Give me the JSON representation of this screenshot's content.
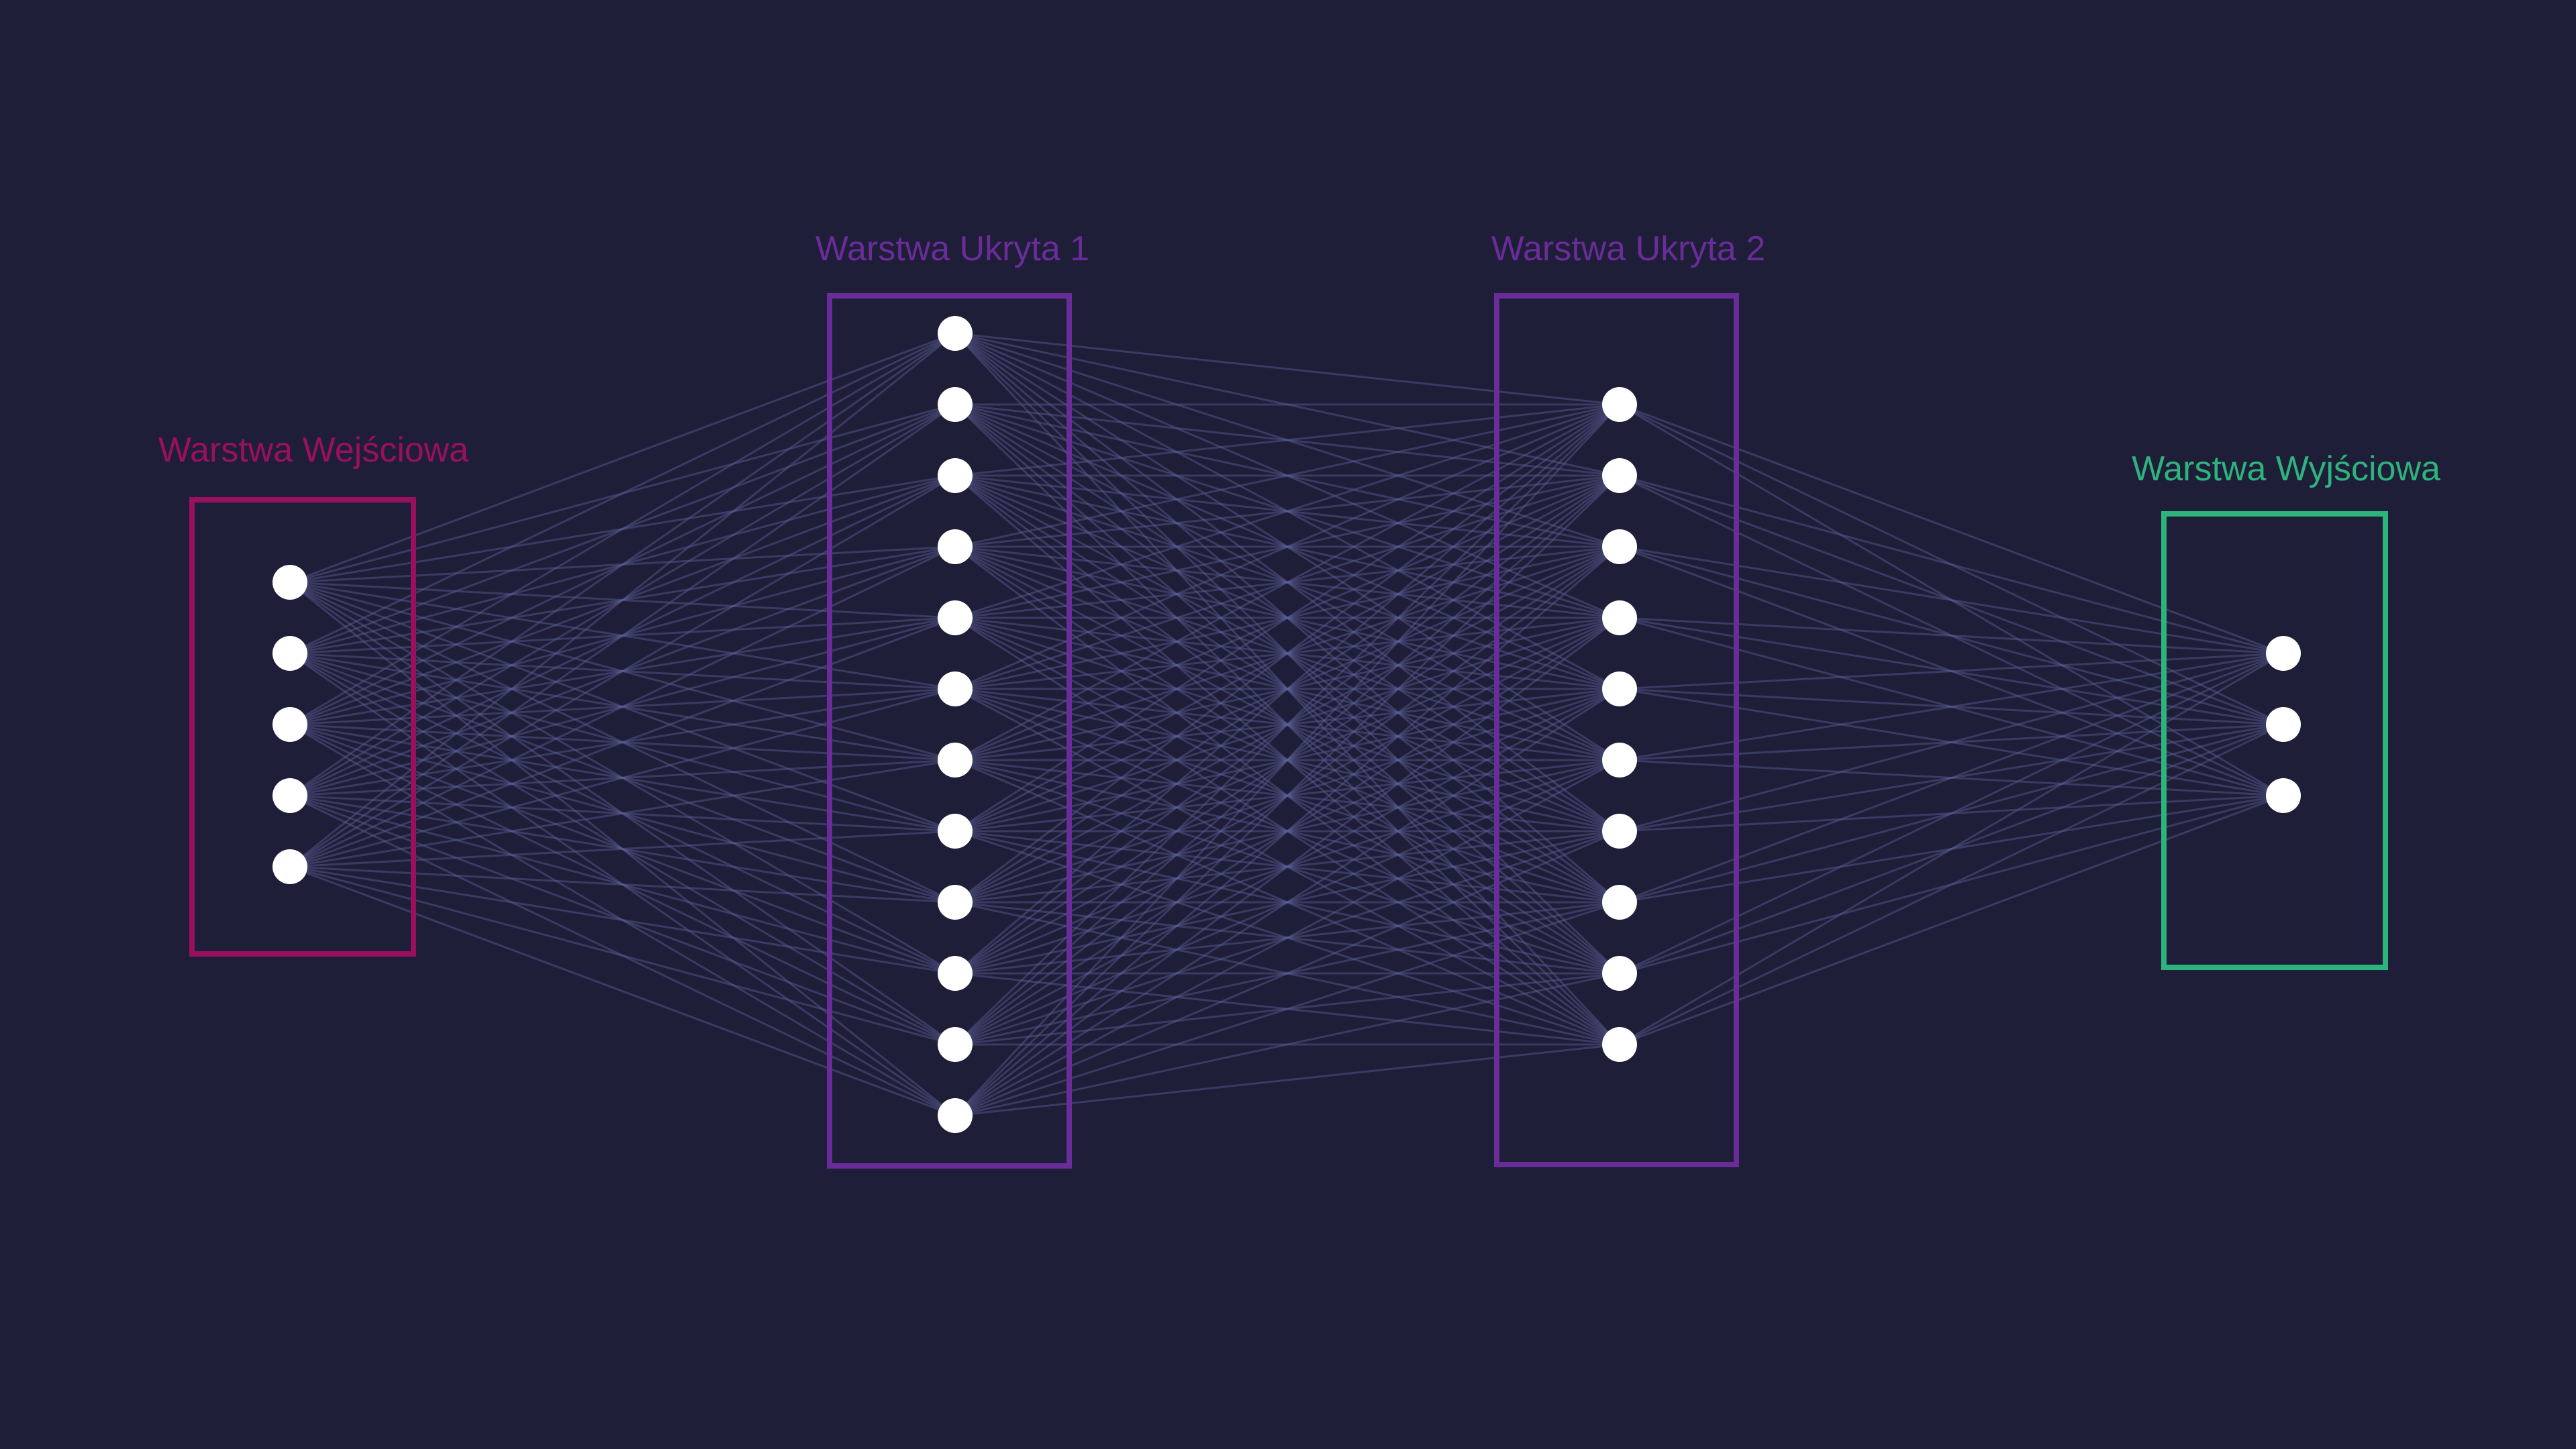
{
  "diagram": {
    "type": "feedforward-neural-network",
    "background_color": "#1f1e38",
    "edge_color": "#5a5f96",
    "node_color": "#ffffff",
    "layers": [
      {
        "label": "Warstwa Wejściowa",
        "neurons": 5,
        "color": "#9b0f5f"
      },
      {
        "label": "Warstwa Ukryta 1",
        "neurons": 12,
        "color": "#6a2c99"
      },
      {
        "label": "Warstwa Ukryta 2",
        "neurons": 10,
        "color": "#6a2c99"
      },
      {
        "label": "Warstwa Wyjściowa",
        "neurons": 3,
        "color": "#2db47d"
      }
    ]
  }
}
